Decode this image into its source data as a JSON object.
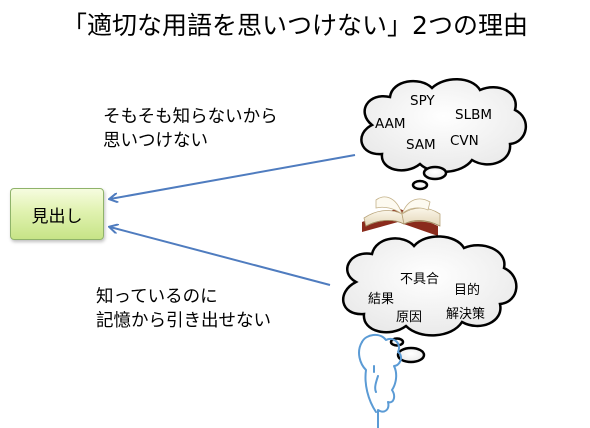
{
  "title": "「適切な用語を思いつけない」2つの理由",
  "heading_box": {
    "label": "見出し"
  },
  "captions": {
    "reason1": [
      "そもそも知らないから",
      "思いつけない"
    ],
    "reason2": [
      "知っているのに",
      "記憶から引き出せない"
    ]
  },
  "cloud_top": {
    "words": [
      "SPY",
      "AAM",
      "SLBM",
      "SAM",
      "CVN"
    ]
  },
  "cloud_bottom": {
    "words": [
      "不具合",
      "目的",
      "結果",
      "原因",
      "解決策"
    ]
  },
  "icons": [
    "open-book-icon",
    "thinking-person-icon",
    "thought-cloud-icon"
  ],
  "colors": {
    "arrow": "#4f7cbf",
    "box_fill": "#d8efa3",
    "box_border": "#8fb36a",
    "person": "#5b9bd5"
  }
}
